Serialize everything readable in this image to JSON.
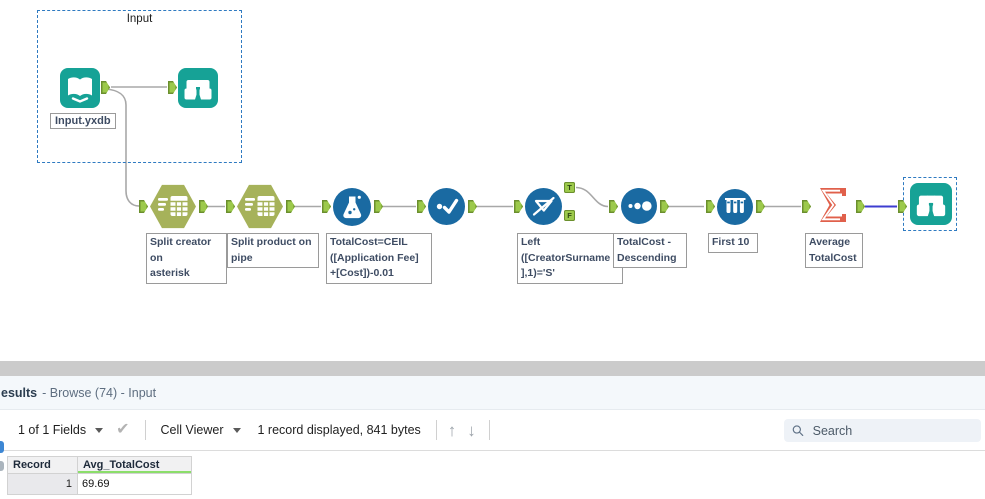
{
  "workflow": {
    "container_label": "Input",
    "input_tool_label": "Input.yxdb",
    "filter_true_label": "T",
    "filter_false_label": "F",
    "annotations": {
      "split_creator": "Split creator on\nasterisk",
      "split_product": "Split product on\npipe",
      "formula": "TotalCost=CEIL\n([Application Fee]\n+[Cost])-0.01",
      "filter": "Left\n([CreatorSurname\n],1)='S'",
      "sort": "TotalCost -\nDescending",
      "sample": "First 10",
      "summarize": "Average\nTotalCost"
    },
    "colors": {
      "tool_teal": "#16A296",
      "tool_olive": "#A6B25A",
      "tool_blue": "#1A6AA2",
      "tool_orange": "#E0604B",
      "anchor_green": "#9CC94B",
      "wire_gray": "#A8A8A8",
      "wire_selected": "#3E3ED0",
      "selection_dash_blue": "#2E7AC1"
    }
  },
  "results": {
    "title_bold": "esults",
    "title_rest": "- Browse (74) - Input",
    "toolbar": {
      "fields_label": "1 of 1 Fields",
      "cell_viewer_label": "Cell Viewer",
      "record_info": "1 record displayed, 841 bytes",
      "search_placeholder": "Search"
    },
    "table": {
      "headers": [
        "Record",
        "Avg_TotalCost"
      ],
      "rows": [
        [
          "1",
          "69.69"
        ]
      ]
    }
  },
  "icons": {
    "check": "✔",
    "arrow_up": "↑",
    "arrow_down": "↓"
  }
}
